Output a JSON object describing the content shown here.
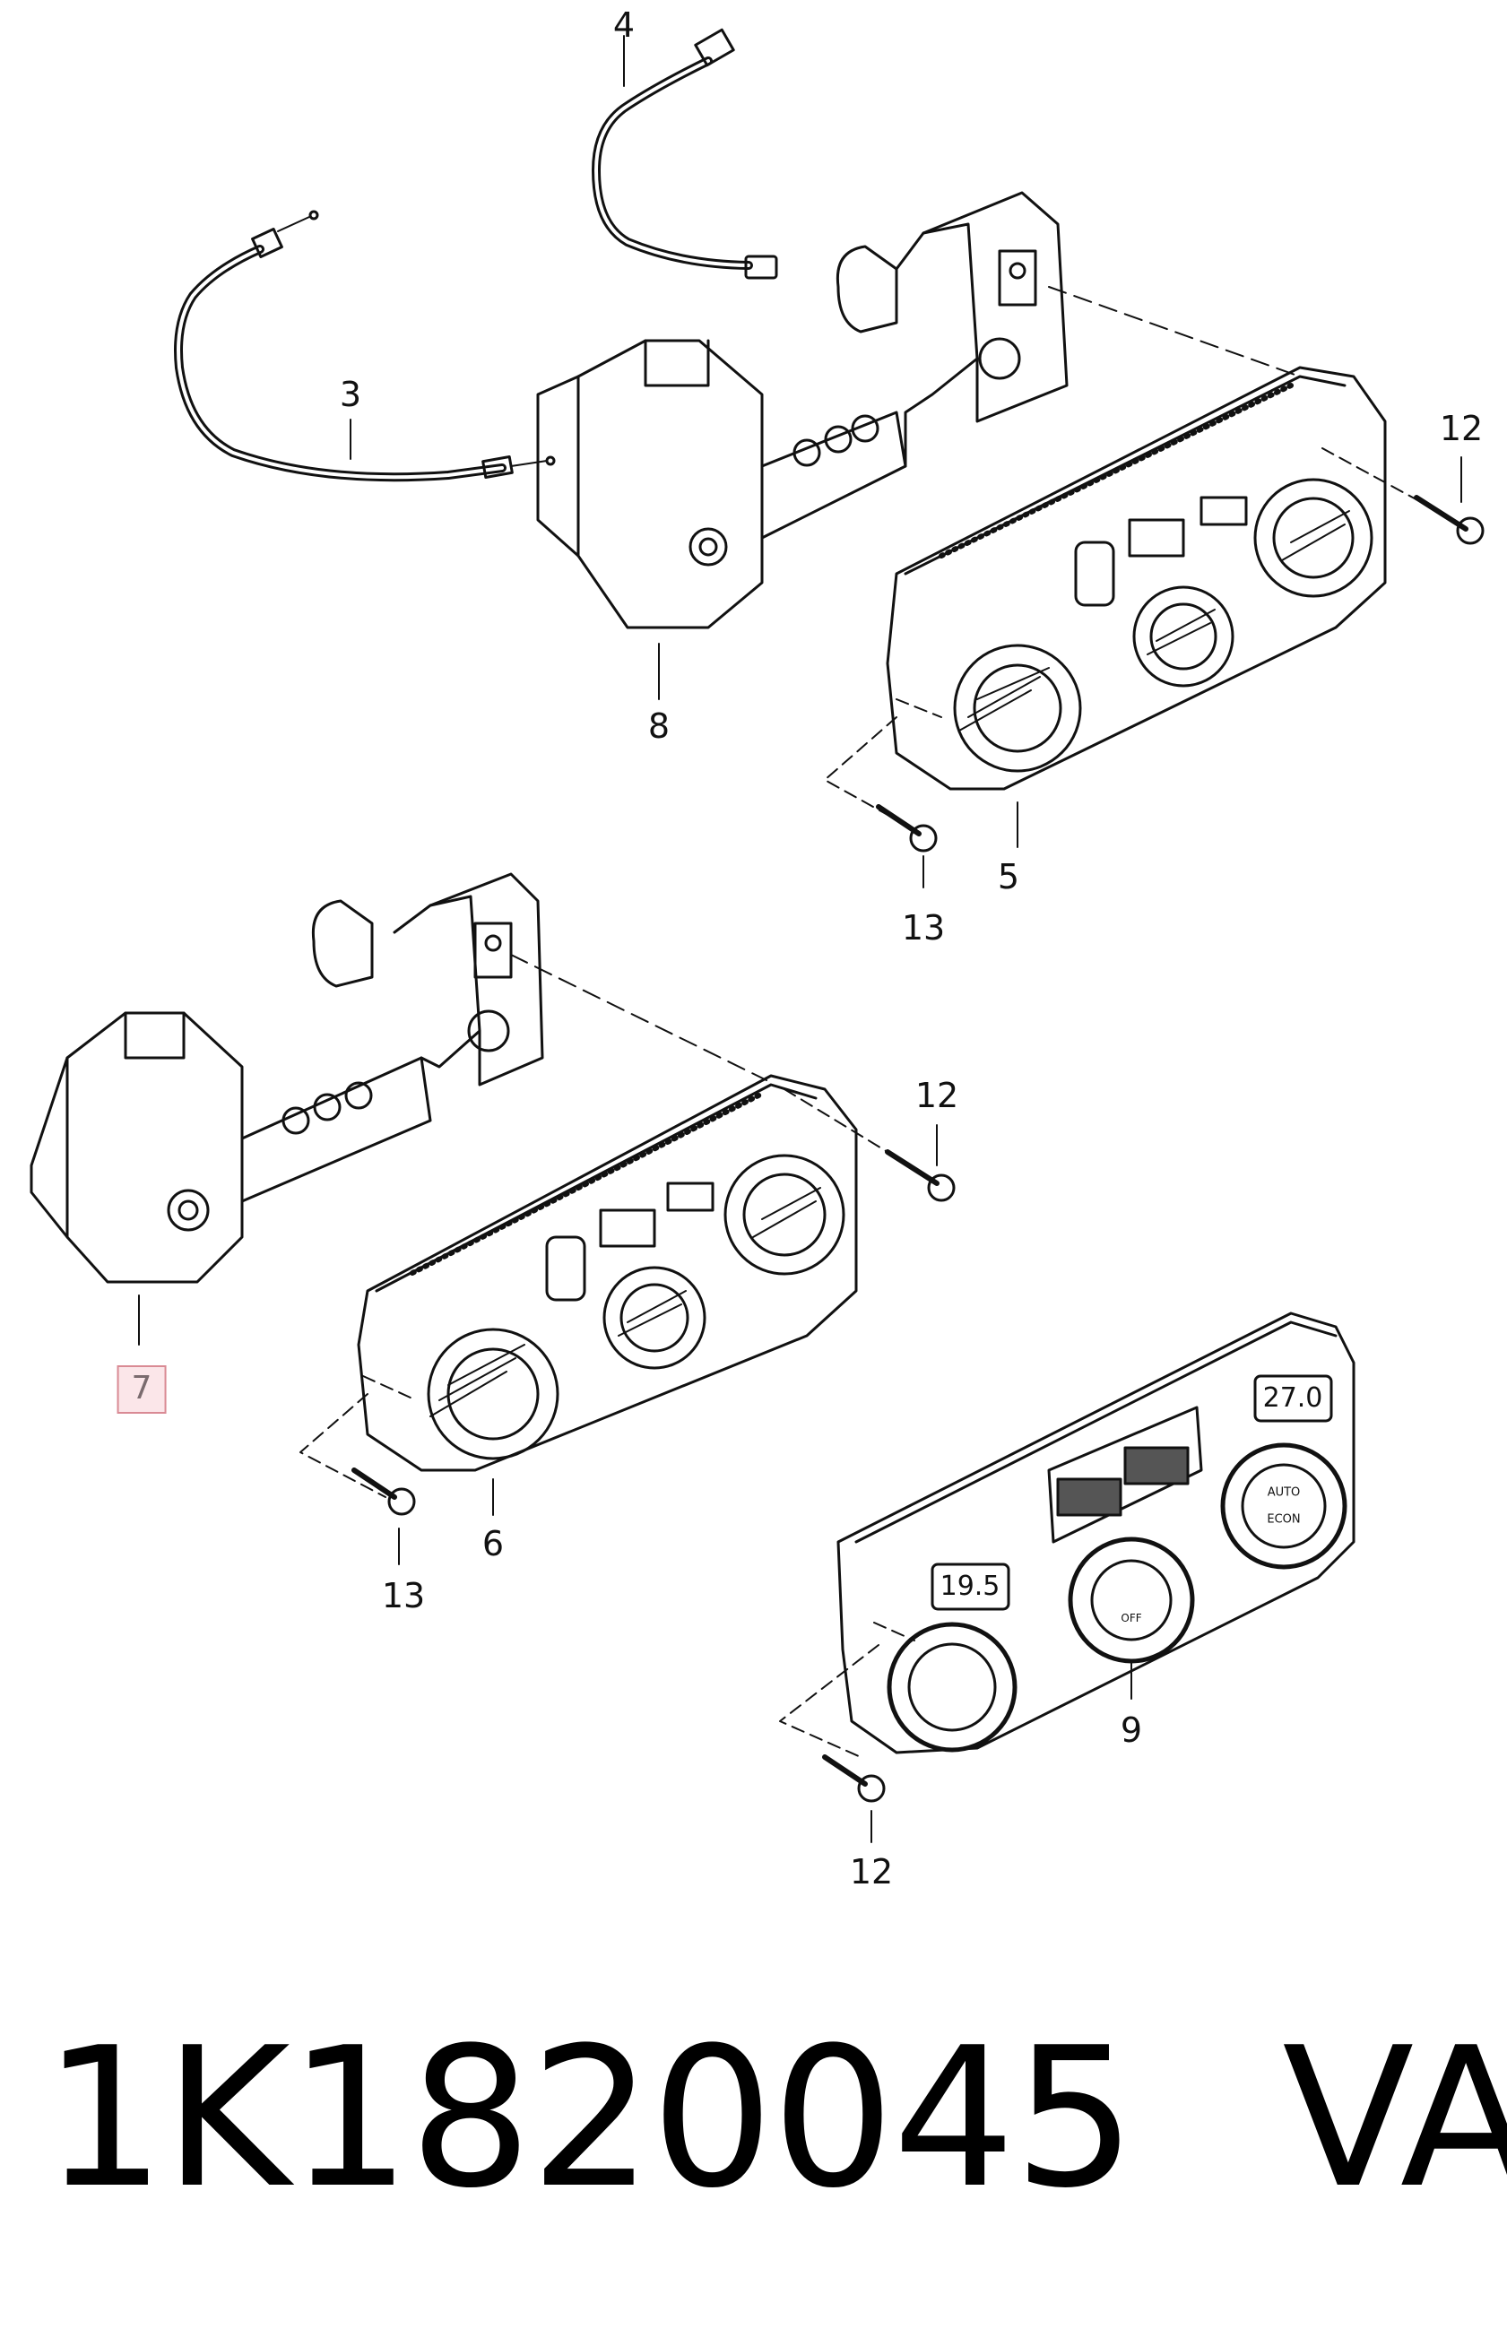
{
  "diagram": {
    "callouts": [
      {
        "id": "c4",
        "label": "4"
      },
      {
        "id": "c3",
        "label": "3"
      },
      {
        "id": "c12a",
        "label": "12"
      },
      {
        "id": "c8",
        "label": "8"
      },
      {
        "id": "c5",
        "label": "5"
      },
      {
        "id": "c13a",
        "label": "13"
      },
      {
        "id": "c12b",
        "label": "12"
      },
      {
        "id": "c7",
        "label": "7"
      },
      {
        "id": "c6",
        "label": "6"
      },
      {
        "id": "c13b",
        "label": "13"
      },
      {
        "id": "c9",
        "label": "9"
      },
      {
        "id": "c12c",
        "label": "12"
      }
    ],
    "panel_displays": {
      "left_temp": "19.5",
      "right_temp": "27.0",
      "btn_auto": "AUTO",
      "btn_econ": "ECON",
      "knob_off": "OFF"
    },
    "highlight_color": "#fbe6e9"
  },
  "footer": {
    "part_number": "1K1820045",
    "brand": "VAG"
  }
}
